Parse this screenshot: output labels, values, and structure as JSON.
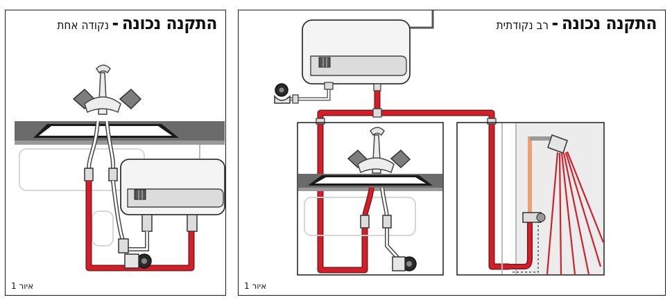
{
  "left_panel": {
    "title_main": "התקנה נכונה",
    "title_sep": "-",
    "title_sub": "נקודה אחת",
    "figure_label": "איור 1"
  },
  "right_panel": {
    "title_main": "התקנה נכונה",
    "title_sep": "-",
    "title_sub": "רב נקודתית",
    "figure_label": "איור 1"
  },
  "colors": {
    "hot_pipe": "#d0202a",
    "pipe_outline": "#8a1015",
    "counter": "#6a6a6a",
    "faucet_handle": "#7d7d7d",
    "heater_body": "#f2f2f2",
    "shower_wall": "#ececec",
    "copper_pipe": "#f0a070"
  }
}
